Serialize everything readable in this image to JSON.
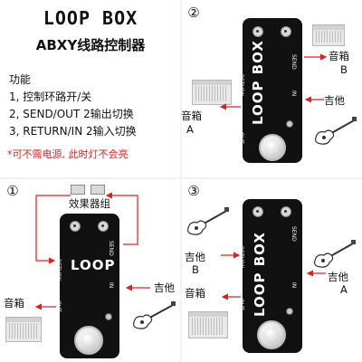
{
  "panel1": {
    "title": "LOOP BOX",
    "subtitle": "ABXY线路控制器",
    "features_heading": "功能",
    "features": [
      "1, 控制环路开/关",
      "2, SEND/OUT 2输出切换",
      "3, RETURN/IN 2输入切换"
    ],
    "note": "*可不需电源, 此时灯不会亮"
  },
  "panel2": {
    "number": "②",
    "amp_b_label": "音箱",
    "amp_b_letter": "B",
    "guitar_label": "吉他",
    "amp_a_label": "音箱",
    "amp_a_letter": "A"
  },
  "panel3": {
    "number": "①",
    "effects_label": "效果器组",
    "guitar_label": "吉他",
    "amp_label": "音箱"
  },
  "panel4": {
    "number": "③",
    "guitar_b_label": "吉他",
    "guitar_b_letter": "B",
    "guitar_a_label": "吉他",
    "guitar_a_letter": "A",
    "amp_label": "音箱"
  },
  "pedal": {
    "brand": "LOOP BOX",
    "jacks": {
      "send": "SEND",
      "return": "RETURN",
      "in": "IN",
      "out": "OUT"
    }
  },
  "colors": {
    "arrow": "#e02020",
    "note": "#e02020",
    "pedal_body": "#111111"
  },
  "icons": [
    "amp-icon",
    "guitar-icon",
    "pedal-icon",
    "effects-pedal-icon"
  ]
}
